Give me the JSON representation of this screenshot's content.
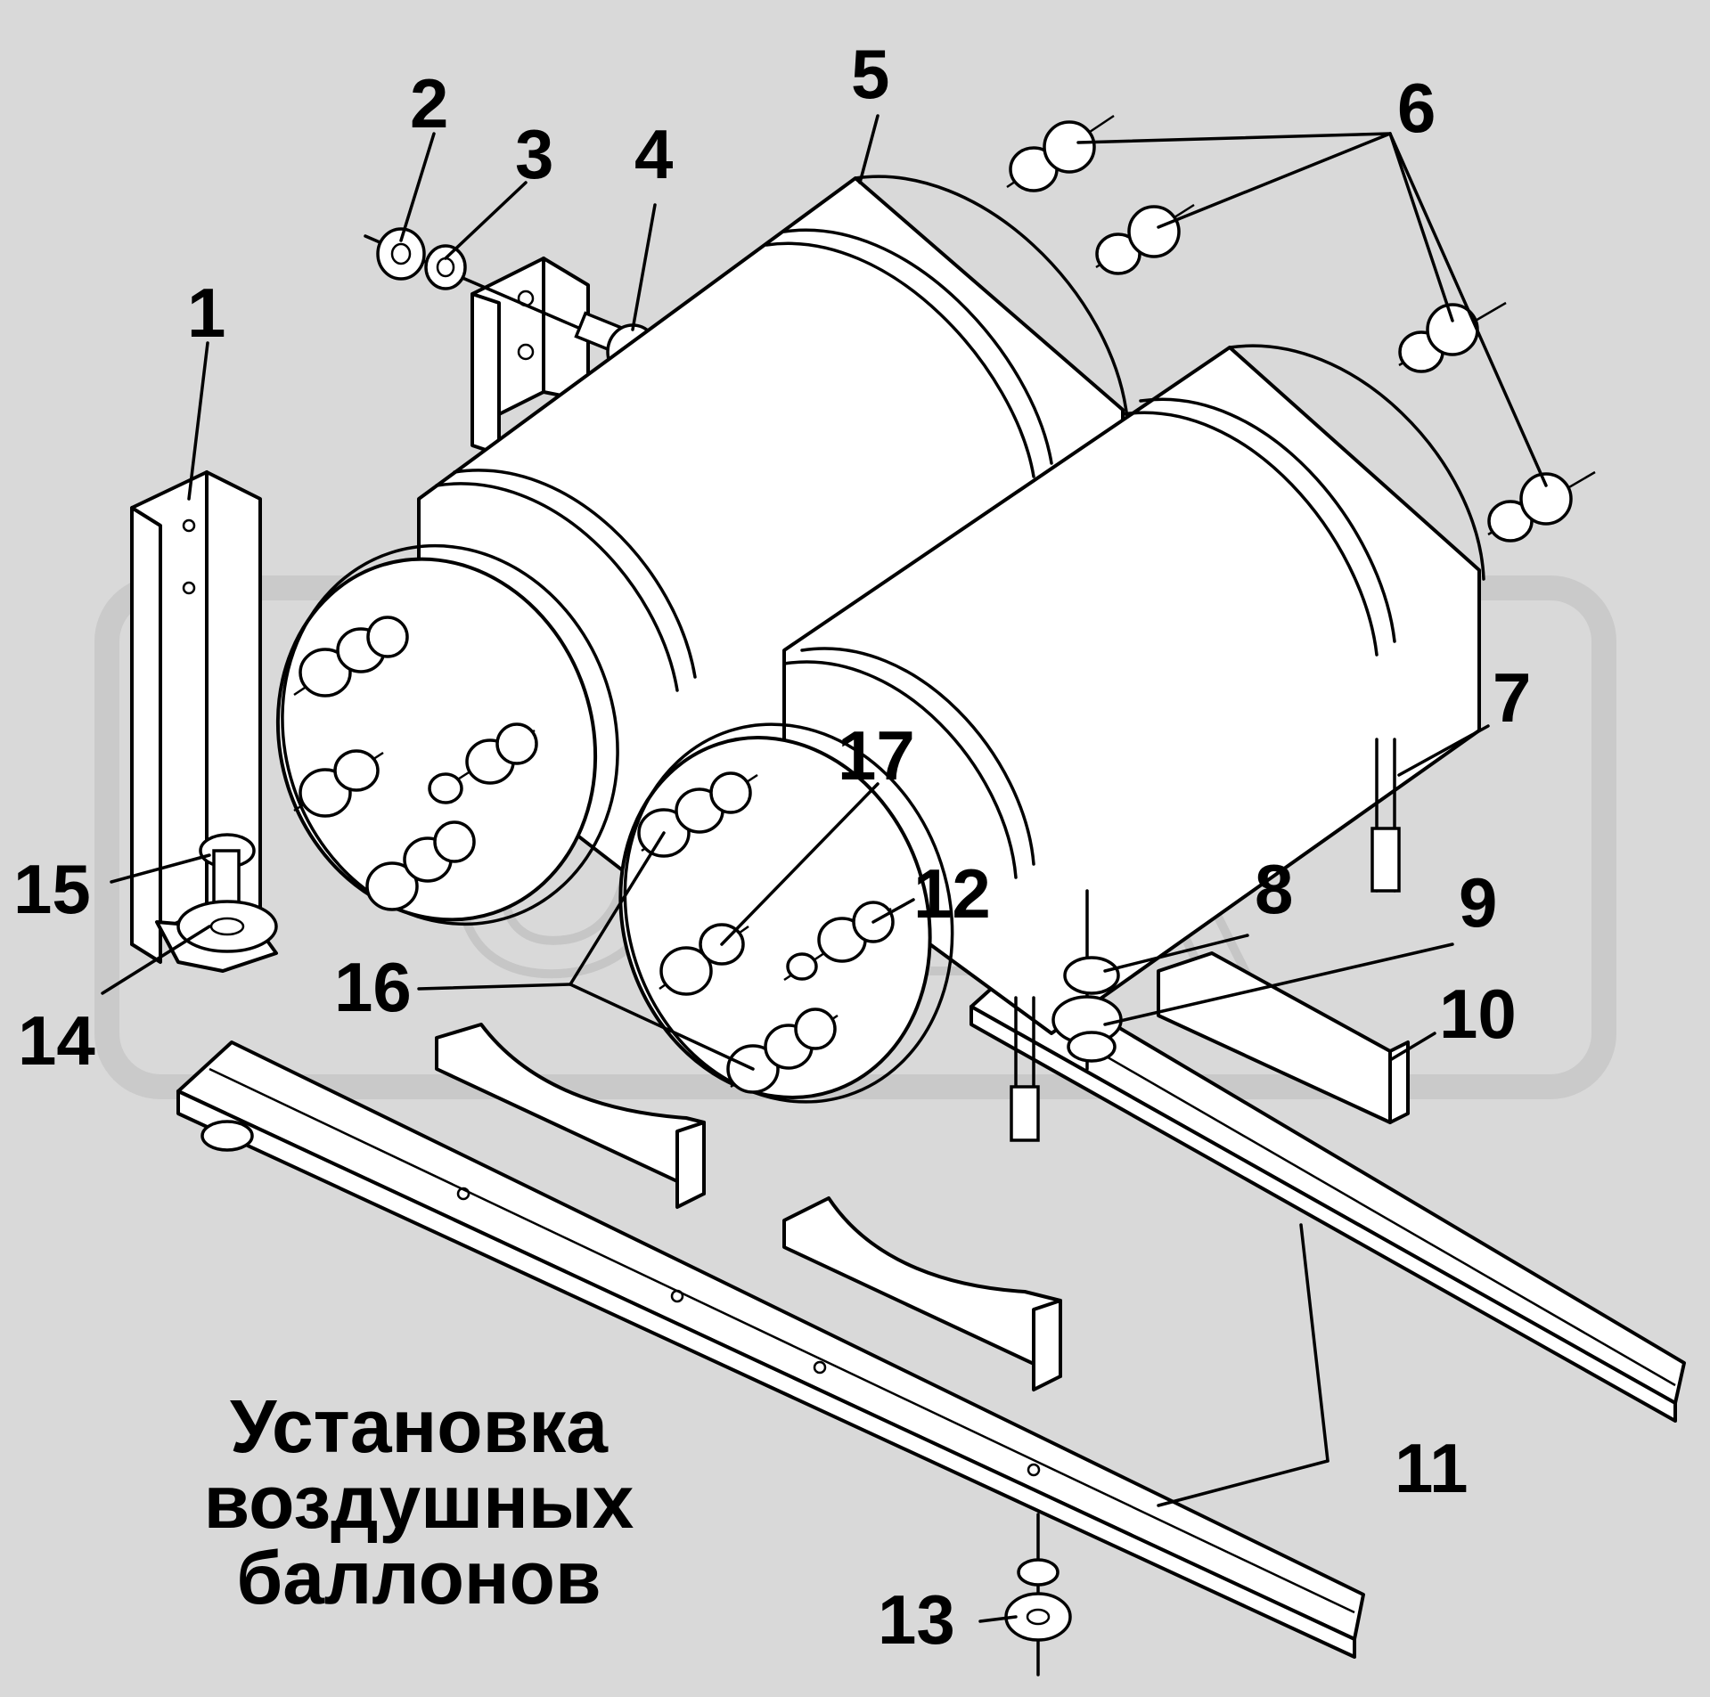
{
  "caption": {
    "line1": "Установка",
    "line2": "воздушных",
    "line3": "баллонов"
  },
  "callouts": {
    "n1": "1",
    "n2": "2",
    "n3": "3",
    "n4": "4",
    "n5": "5",
    "n6": "6",
    "n7": "7",
    "n8": "8",
    "n9": "9",
    "n10": "10",
    "n11": "11",
    "n12": "12",
    "n13": "13",
    "n14": "14",
    "n15": "15",
    "n16": "16",
    "n17": "17"
  },
  "watermark": {
    "text": "ОРЕХ"
  },
  "colors": {
    "background": "#d9d9d9",
    "line": "#000000",
    "part_fill": "#ffffff",
    "watermark": "#c8c8c8"
  }
}
